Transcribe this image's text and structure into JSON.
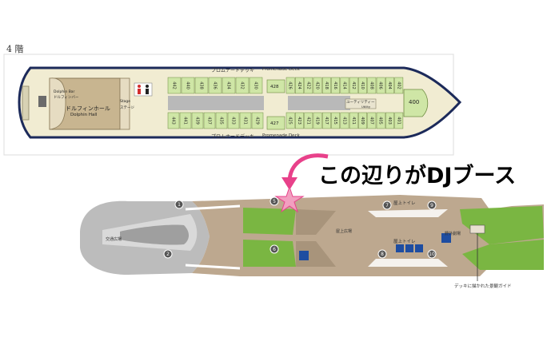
{
  "floor_label": "4 階",
  "ship_plan": {
    "promenade_top_jp": "プロムナードデッキ",
    "promenade_top_en": "Promenade Deck",
    "promenade_bottom_jp": "プロムナードデッキ",
    "promenade_bottom_en": "Promenade Deck",
    "dolphin_bar_en": "Dolphin Bar",
    "dolphin_bar_jp": "ドルフィンバー",
    "dolphin_hall_jp": "ドルフィンホール",
    "dolphin_hall_en": "Dolphin Hall",
    "stage_en": "Stage",
    "stage_jp": "ステージ",
    "utility_jp": "ユーティリティー",
    "utility_en": "Utility",
    "cabin_400": "400",
    "top_row_a": [
      "442",
      "440",
      "438",
      "436",
      "434",
      "432",
      "430"
    ],
    "top_row_b": [
      "426",
      "424",
      "422",
      "420",
      "418",
      "416",
      "414",
      "412",
      "410",
      "408",
      "406",
      "404",
      "402"
    ],
    "bottom_row_a": [
      "443",
      "441",
      "439",
      "437",
      "435",
      "433",
      "431",
      "429"
    ],
    "bottom_row_b": [
      "425",
      "423",
      "421",
      "419",
      "417",
      "415",
      "413",
      "411",
      "409",
      "407",
      "405",
      "403",
      "401"
    ],
    "cabin_428": "428",
    "cabin_427": "427"
  },
  "deck_map": {
    "markers": [
      "1",
      "2",
      "5",
      "6",
      "7",
      "8",
      "9",
      "10"
    ],
    "toilet_top": "屋上トイレ",
    "toilet_bottom": "屋上トイレ",
    "area_left": "交通広場",
    "area_center": "屋上広場",
    "area_right": "野外劇場",
    "guide_caption": "デッキに描かれた景観ガイド"
  },
  "callout": "この辺りがDJブース",
  "colors": {
    "ship_deck": "#f1ecd2",
    "cabin_green": "#cfe6a6",
    "hall_tan": "#c8b590",
    "hull_navy": "#1c2a5a",
    "deck_brown": "#bda88f",
    "grass_green": "#7ab642",
    "highlight_pink": "#e8418a",
    "star_pink": "#f29fc0"
  }
}
